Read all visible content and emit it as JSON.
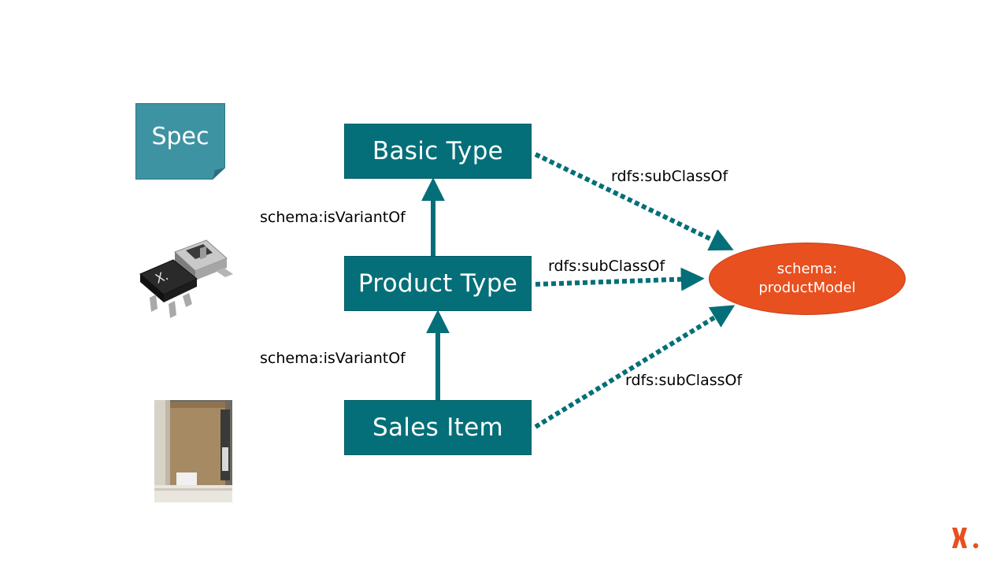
{
  "nodes": {
    "basic_type": "Basic Type",
    "product_type": "Product Type",
    "sales_item": "Sales Item",
    "schema_model_line1": "schema:",
    "schema_model_line2": "productModel"
  },
  "edges": {
    "variant_label_top": "schema:isVariantOf",
    "variant_label_bottom": "schema:isVariantOf",
    "subclass_label_top": "rdfs:subClassOf",
    "subclass_label_middle": "rdfs:subClassOf",
    "subclass_label_bottom": "rdfs:subClassOf"
  },
  "spec_note": {
    "label": "Spec"
  },
  "icons": {
    "chip": "semiconductor-chip-image",
    "box_photo": "product-box-photo",
    "logo": "nexperia-x-logo"
  },
  "colors": {
    "node_fill": "#046f78",
    "arrow": "#046f78",
    "ellipse_fill": "#e8501f",
    "spec_fill": "#3e93a3",
    "logo": "#e8501f"
  }
}
